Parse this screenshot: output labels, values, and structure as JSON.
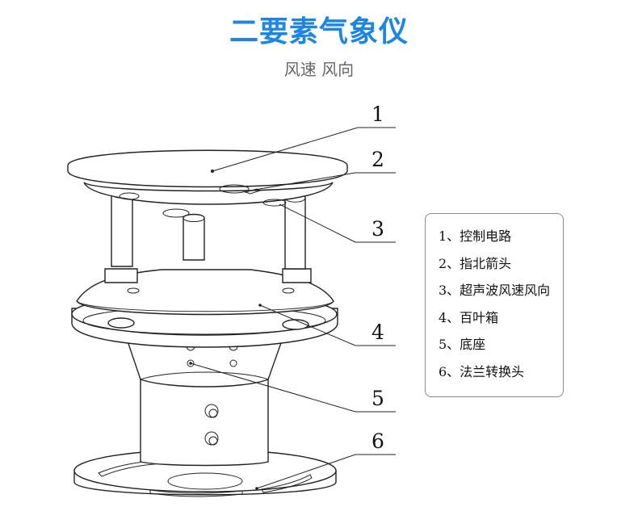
{
  "header": {
    "title": "二要素气象仪",
    "subtitle": "风速 风向"
  },
  "callouts": [
    "1",
    "2",
    "3",
    "4",
    "5",
    "6"
  ],
  "legend": {
    "items": [
      "1、控制电路",
      "2、指北箭头",
      "3、超声波风速风向",
      "4、百叶箱",
      "5、底座",
      "6、法兰转换头"
    ]
  },
  "colors": {
    "title": "#1e86e0",
    "subtitle": "#666666",
    "line": "#222222",
    "legend_border": "#8a8a8a"
  }
}
